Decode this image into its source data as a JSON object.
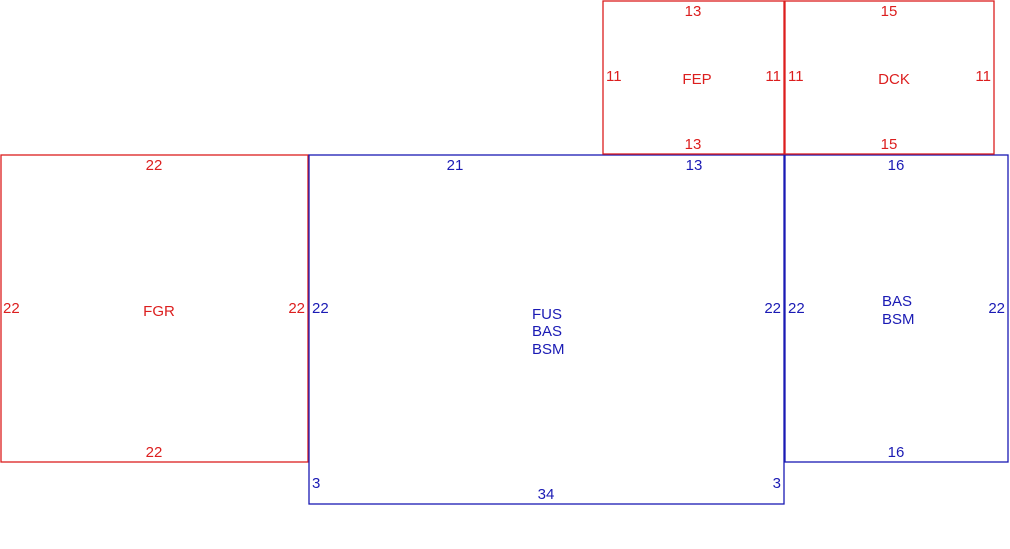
{
  "colors": {
    "red": "#dc1e1e",
    "blue": "#1a1ab4",
    "background": "#ffffff"
  },
  "areas": [
    {
      "id": "FGR",
      "color": "red",
      "labels": [
        "FGR"
      ],
      "dims": {
        "top": "22",
        "bottom": "22",
        "left": "22",
        "right": "22"
      }
    },
    {
      "id": "FUS",
      "color": "blue",
      "labels": [
        "FUS",
        "BAS",
        "BSM"
      ],
      "dims": {
        "top_left": "21",
        "top_right": "13",
        "left": "22",
        "right": "22",
        "bottom": "34",
        "bottom_left": "3",
        "bottom_right": "3"
      }
    },
    {
      "id": "BAS",
      "color": "blue",
      "labels": [
        "BAS",
        "BSM"
      ],
      "dims": {
        "top": "16",
        "bottom": "16",
        "left": "22",
        "right": "22"
      }
    },
    {
      "id": "FEP",
      "color": "red",
      "labels": [
        "FEP"
      ],
      "dims": {
        "top": "13",
        "bottom": "13",
        "left": "11",
        "right": "11"
      }
    },
    {
      "id": "DCK",
      "color": "red",
      "labels": [
        "DCK"
      ],
      "dims": {
        "top": "15",
        "bottom": "15",
        "left": "11",
        "right": "11"
      }
    }
  ]
}
